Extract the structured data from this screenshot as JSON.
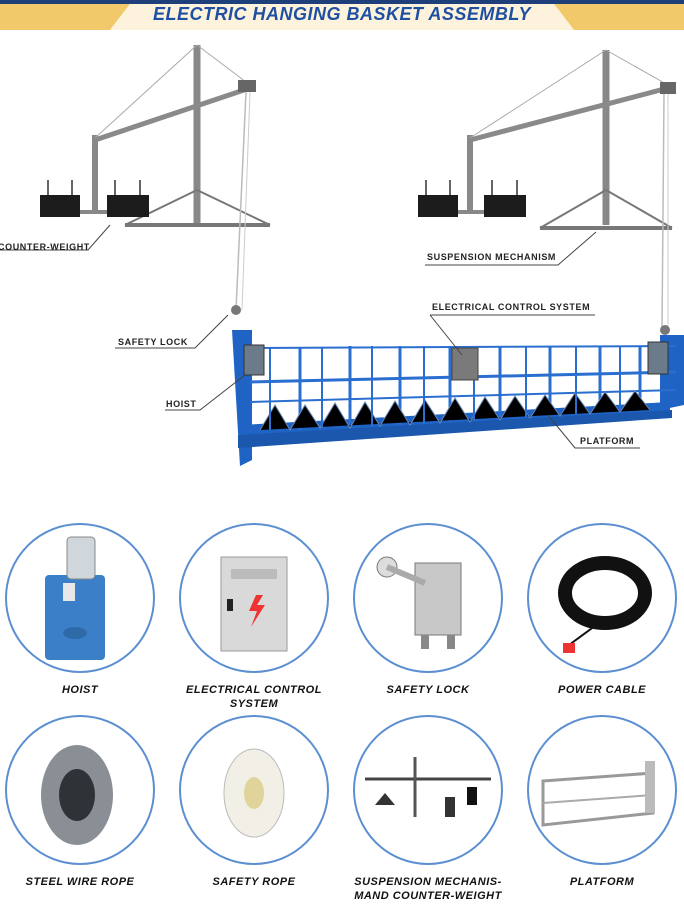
{
  "header": {
    "title": "ELECTRIC HANGING BASKET ASSEMBLY"
  },
  "callouts": {
    "counter_weight": "COUNTER-WEIGHT",
    "suspension_mechanism": "SUSPENSION MECHANISM",
    "electrical_control_system": "ELECTRICAL CONTROL SYSTEM",
    "safety_lock": "SAFETY LOCK",
    "hoist": "HOIST",
    "platform": "PLATFORM"
  },
  "parts": [
    {
      "label": "HOIST",
      "icon": "hoist-icon"
    },
    {
      "label": "ELECTRICAL CONTROL SYSTEM",
      "icon": "control-box-icon"
    },
    {
      "label": "SAFETY LOCK",
      "icon": "safety-lock-icon"
    },
    {
      "label": "POWER CABLE",
      "icon": "power-cable-icon"
    },
    {
      "label": "STEEL WIRE ROPE",
      "icon": "wire-rope-icon"
    },
    {
      "label": "SAFETY ROPE",
      "icon": "safety-rope-icon"
    },
    {
      "label": "SUSPENSION MECHANIS-MAND COUNTER-WEIGHT",
      "icon": "suspension-mechanism-icon"
    },
    {
      "label": "PLATFORM",
      "icon": "platform-icon"
    }
  ],
  "colors": {
    "title_blue": "#1f4fa3",
    "banner_gold": "#e3b24a",
    "platform_blue": "#1f63c4",
    "circle_border": "#5b8fd1"
  }
}
